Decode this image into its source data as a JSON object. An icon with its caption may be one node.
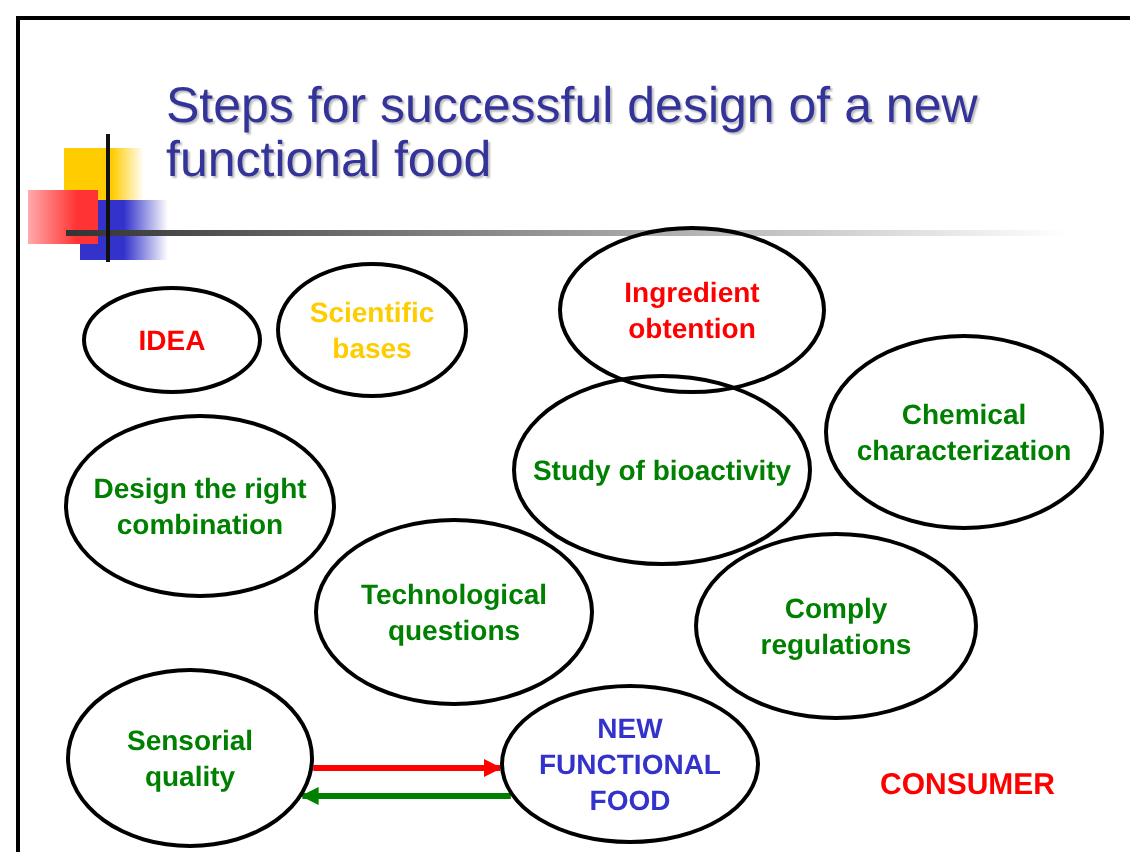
{
  "diagram": {
    "title": "Steps for successful design of a new functional food",
    "nodes": [
      {
        "text": [
          "IDEA"
        ]
      },
      {
        "text": [
          "Scientific bases"
        ]
      },
      {
        "text": [
          "Ingredient obtention"
        ]
      },
      {
        "text": [
          "Chemical characterization"
        ]
      },
      {
        "text": [
          "Study of bioactivity"
        ]
      },
      {
        "text": [
          "Design the right combination"
        ]
      },
      {
        "text": [
          "Technological questions"
        ]
      },
      {
        "text": [
          "Comply regulations"
        ]
      },
      {
        "text": [
          "Sensorial quality"
        ]
      },
      {
        "text": [
          "NEW FUNCTIONAL FOOD"
        ]
      }
    ],
    "edges": [
      {
        "from": 8,
        "to": 9,
        "arrow": "to",
        "color": "#ff0000"
      },
      {
        "from": 9,
        "to": 8,
        "arrow": "to",
        "color": "#008000"
      }
    ],
    "labels": [
      "CONSUMER"
    ]
  }
}
